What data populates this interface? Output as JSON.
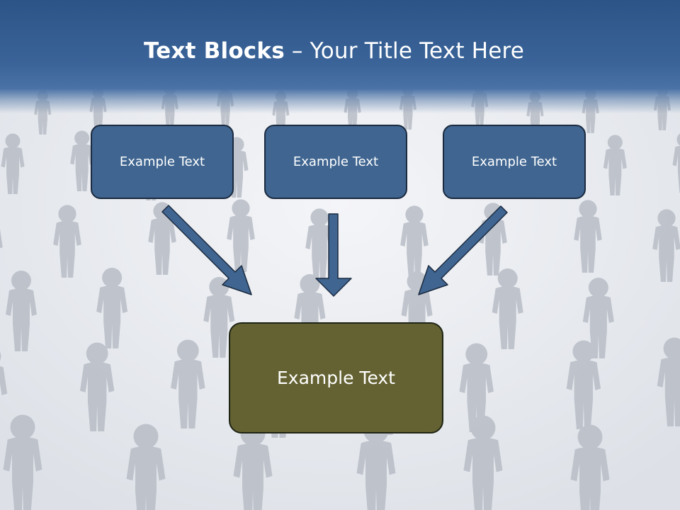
{
  "slide": {
    "title_bold": "Text Blocks",
    "title_dash": " – ",
    "title_rest": "Your Title Text Here",
    "blocks": [
      {
        "label": "Example Text"
      },
      {
        "label": "Example Text"
      },
      {
        "label": "Example Text"
      }
    ],
    "center_block": {
      "label": "Example Text"
    }
  },
  "colors": {
    "header": "#3a6398",
    "block_fill": "#3f6590",
    "center_fill": "#646232",
    "arrow_fill": "#3f6590",
    "arrow_stroke": "#1b2a3f"
  }
}
